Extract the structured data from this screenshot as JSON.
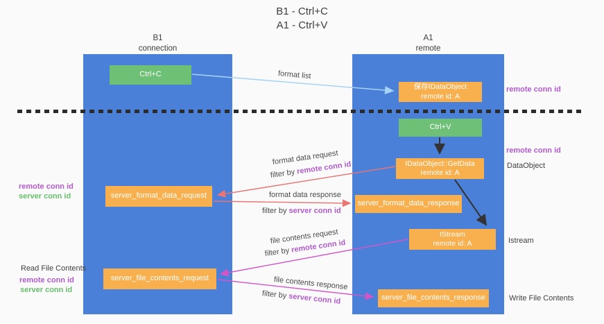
{
  "title": {
    "line1": "B1 - Ctrl+C",
    "line2": "A1 - Ctrl+V"
  },
  "columns": {
    "left": {
      "name": "B1",
      "role": "connection"
    },
    "right": {
      "name": "A1",
      "role": "remote"
    }
  },
  "nodes": {
    "ctrl_c": {
      "label": "Ctrl+C"
    },
    "ctrl_v": {
      "label": "Ctrl+V"
    },
    "save_dataobject": {
      "line1": "保存IDataObject",
      "line2": "remote id: A"
    },
    "getdata": {
      "line1": "IDataObject::GetData",
      "line2": "remote id: A"
    },
    "istream": {
      "line1": "IStream",
      "line2": "remote id: A"
    },
    "format_request": {
      "label": "server_format_data_request"
    },
    "format_response": {
      "label": "server_format_data_response"
    },
    "file_request": {
      "label": "server_file_contents_request"
    },
    "file_response": {
      "label": "server_file_contents_response"
    }
  },
  "side_labels": {
    "remote_conn_id_top": "remote conn id",
    "remote_conn_id_mid": "remote conn id",
    "dataobject": "DataObject",
    "istream": "Istream",
    "write_file_contents": "Write File Contents",
    "read_file_contents": "Read File Contents",
    "left_remote_conn_id_1": "remote conn id",
    "left_server_conn_id_1": "server conn id",
    "left_remote_conn_id_2": "remote conn id",
    "left_server_conn_id_2": "server conn id"
  },
  "arrow_labels": {
    "format_list": "format list",
    "format_data_request": "format data request",
    "format_data_response": "format data response",
    "file_contents_request": "file contents request",
    "file_contents_response": "file contents response",
    "filter_by": "filter by",
    "remote_conn_id": "remote conn id",
    "server_conn_id": "server conn id"
  },
  "colors": {
    "column_blue": "#4a80d8",
    "box_orange": "#f8b04e",
    "box_green": "#6fc077",
    "arrow_lightblue": "#a6d3f3",
    "arrow_red": "#e97575",
    "arrow_magenta": "#d356c9",
    "arrow_black": "#333333",
    "label_purple": "#b15ccc",
    "label_green": "#67bf6b",
    "text_dark": "#3f3f3f",
    "background": "#fafafa"
  }
}
